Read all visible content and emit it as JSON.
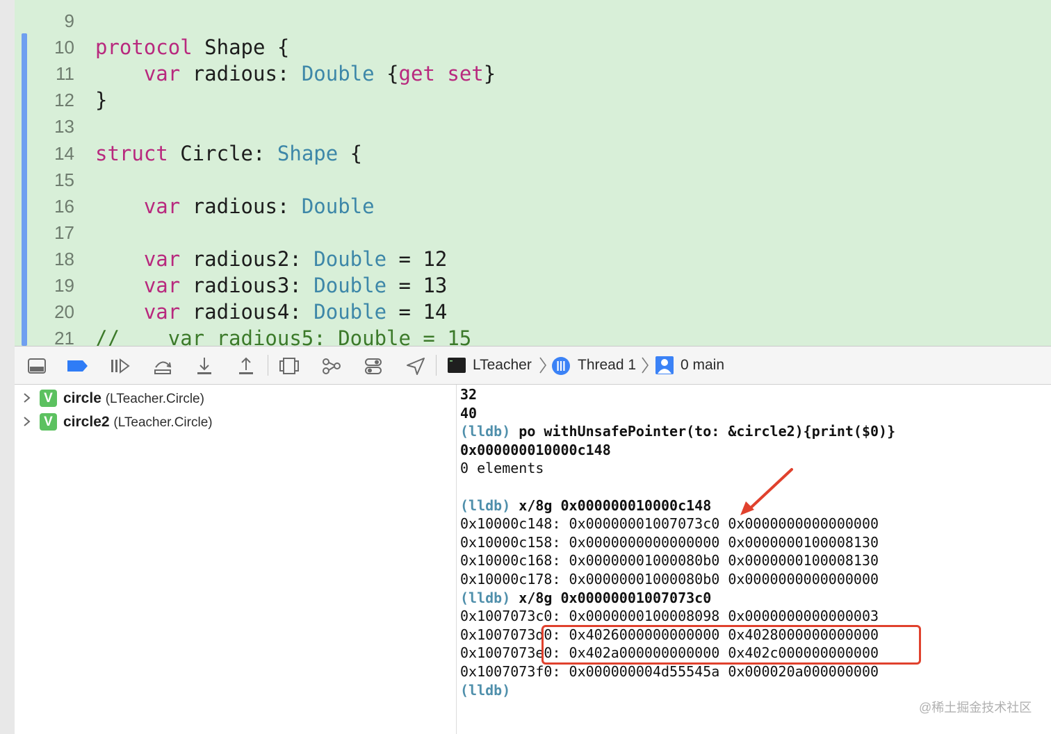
{
  "editor": {
    "lines": [
      {
        "num": "9",
        "parts": []
      },
      {
        "num": "10",
        "parts": [
          {
            "t": "protocol",
            "c": "kw"
          },
          {
            "t": " Shape {",
            "c": ""
          }
        ]
      },
      {
        "num": "11",
        "parts": [
          {
            "t": "    ",
            "c": ""
          },
          {
            "t": "var",
            "c": "kw"
          },
          {
            "t": " radious: ",
            "c": ""
          },
          {
            "t": "Double",
            "c": "ty"
          },
          {
            "t": " {",
            "c": ""
          },
          {
            "t": "get",
            "c": "kw"
          },
          {
            "t": " ",
            "c": ""
          },
          {
            "t": "set",
            "c": "kw"
          },
          {
            "t": "}",
            "c": ""
          }
        ]
      },
      {
        "num": "12",
        "parts": [
          {
            "t": "}",
            "c": ""
          }
        ]
      },
      {
        "num": "13",
        "parts": []
      },
      {
        "num": "14",
        "parts": [
          {
            "t": "struct",
            "c": "kw"
          },
          {
            "t": " Circle: ",
            "c": ""
          },
          {
            "t": "Shape",
            "c": "ty"
          },
          {
            "t": " {",
            "c": ""
          }
        ]
      },
      {
        "num": "15",
        "parts": []
      },
      {
        "num": "16",
        "parts": [
          {
            "t": "    ",
            "c": ""
          },
          {
            "t": "var",
            "c": "kw"
          },
          {
            "t": " radious: ",
            "c": ""
          },
          {
            "t": "Double",
            "c": "ty"
          }
        ]
      },
      {
        "num": "17",
        "parts": []
      },
      {
        "num": "18",
        "parts": [
          {
            "t": "    ",
            "c": ""
          },
          {
            "t": "var",
            "c": "kw"
          },
          {
            "t": " radious2: ",
            "c": ""
          },
          {
            "t": "Double",
            "c": "ty"
          },
          {
            "t": " = 12",
            "c": ""
          }
        ]
      },
      {
        "num": "19",
        "parts": [
          {
            "t": "    ",
            "c": ""
          },
          {
            "t": "var",
            "c": "kw"
          },
          {
            "t": " radious3: ",
            "c": ""
          },
          {
            "t": "Double",
            "c": "ty"
          },
          {
            "t": " = 13",
            "c": ""
          }
        ]
      },
      {
        "num": "20",
        "parts": [
          {
            "t": "    ",
            "c": ""
          },
          {
            "t": "var",
            "c": "kw"
          },
          {
            "t": " radious4: ",
            "c": ""
          },
          {
            "t": "Double",
            "c": "ty"
          },
          {
            "t": " = 14",
            "c": ""
          }
        ]
      },
      {
        "num": "21",
        "parts": [
          {
            "t": "//    var radious5: Double = 15",
            "c": "cm"
          }
        ]
      }
    ]
  },
  "toolbar": {
    "icons": [
      "hide-debug-area-icon",
      "breakpoint-toggle-icon",
      "continue-icon",
      "step-over-icon",
      "step-into-icon",
      "step-out-icon",
      "view-hierarchy-icon",
      "memory-graph-icon",
      "environment-overrides-icon",
      "simulate-location-icon"
    ],
    "breadcrumb": {
      "process": "LTeacher",
      "thread": "Thread 1",
      "frame": "0 main"
    }
  },
  "variables": [
    {
      "badge": "V",
      "name": "circle",
      "type": "(LTeacher.Circle)"
    },
    {
      "badge": "V",
      "name": "circle2",
      "type": "(LTeacher.Circle)"
    }
  ],
  "console": {
    "lines": [
      {
        "text": "32",
        "style": "bold"
      },
      {
        "text": "40",
        "style": "bold"
      },
      {
        "prompt": "(lldb)",
        "text": " po withUnsafePointer(to: &circle2){print($0)}",
        "style": "bold"
      },
      {
        "text": "0x000000010000c148",
        "style": "bold"
      },
      {
        "text": "0 elements",
        "style": ""
      },
      {
        "text": "",
        "style": ""
      },
      {
        "prompt": "(lldb)",
        "text": " x/8g 0x000000010000c148",
        "style": "bold"
      },
      {
        "text": "0x10000c148: 0x00000001007073c0 0x0000000000000000",
        "style": ""
      },
      {
        "text": "0x10000c158: 0x0000000000000000 0x0000000100008130",
        "style": ""
      },
      {
        "text": "0x10000c168: 0x00000001000080b0 0x0000000100008130",
        "style": ""
      },
      {
        "text": "0x10000c178: 0x00000001000080b0 0x0000000000000000",
        "style": ""
      },
      {
        "prompt": "(lldb)",
        "text": " x/8g 0x00000001007073c0",
        "style": "bold"
      },
      {
        "text": "0x1007073c0: 0x0000000100008098 0x0000000000000003",
        "style": ""
      },
      {
        "text": "0x1007073d0: 0x4026000000000000 0x4028000000000000",
        "style": ""
      },
      {
        "text": "0x1007073e0: 0x402a000000000000 0x402c000000000000",
        "style": ""
      },
      {
        "text": "0x1007073f0: 0x000000004d55545a 0x000020a000000000",
        "style": ""
      },
      {
        "prompt": "(lldb)",
        "text": "",
        "style": ""
      }
    ]
  },
  "watermark": "@稀土掘金技术社区",
  "colors": {
    "editor_bg": "#d8efd8",
    "keyword": "#b8297e",
    "type": "#3d87a8",
    "comment": "#3c7a2a",
    "prompt": "#4f8fab",
    "annotation_red": "#e0412d",
    "badge_green": "#5cc160"
  }
}
